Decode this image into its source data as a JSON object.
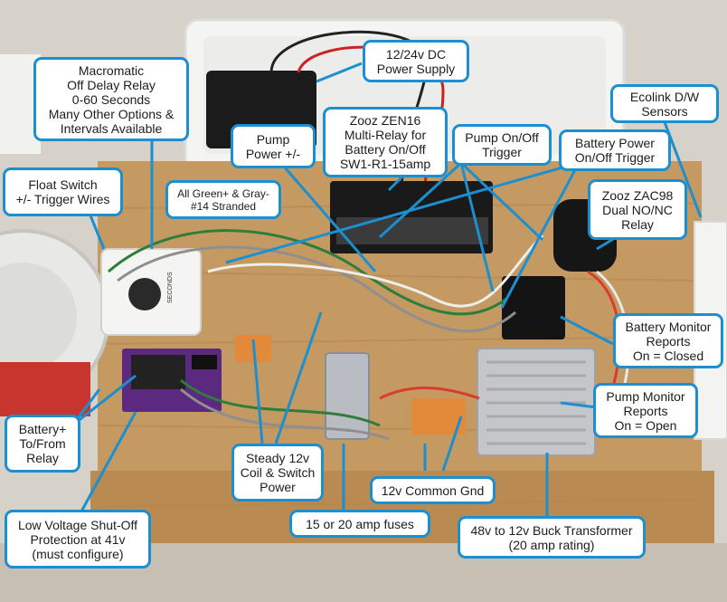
{
  "accent_color": "#1b8fd0",
  "labels": {
    "power_supply": "12/24v DC\nPower Supply",
    "macromatic_relay": "Macromatic\nOff Delay Relay\n0-60 Seconds\nMany Other Options &\nIntervals Available",
    "ecolink": "Ecolink D/W\nSensors",
    "pump_power": "Pump\nPower +/-",
    "zen16": "Zooz ZEN16\nMulti-Relay for\nBattery On/Off\nSW1-R1-15amp",
    "pump_trigger": "Pump On/Off\nTrigger",
    "battery_trigger": "Battery Power\nOn/Off Trigger",
    "float_switch": "Float Switch\n+/- Trigger Wires",
    "stranded": "All Green+ & Gray-\n#14 Stranded",
    "zac98": "Zooz ZAC98\nDual NO/NC\nRelay",
    "battery_monitor": "Battery Monitor\nReports\nOn = Closed",
    "pump_monitor": "Pump Monitor\nReports\nOn = Open",
    "battery_relay": "Battery+\nTo/From\nRelay",
    "steady_12v": "Steady 12v\nCoil & Switch\nPower",
    "common_gnd": "12v Common Gnd",
    "low_voltage": "Low Voltage Shut-Off\nProtection at 41v\n(must configure)",
    "fuses": "15 or 20 amp fuses",
    "buck": "48v to 12v Buck Transformer\n(20 amp rating)"
  },
  "components": {
    "timer_dial": "SECONDS"
  }
}
